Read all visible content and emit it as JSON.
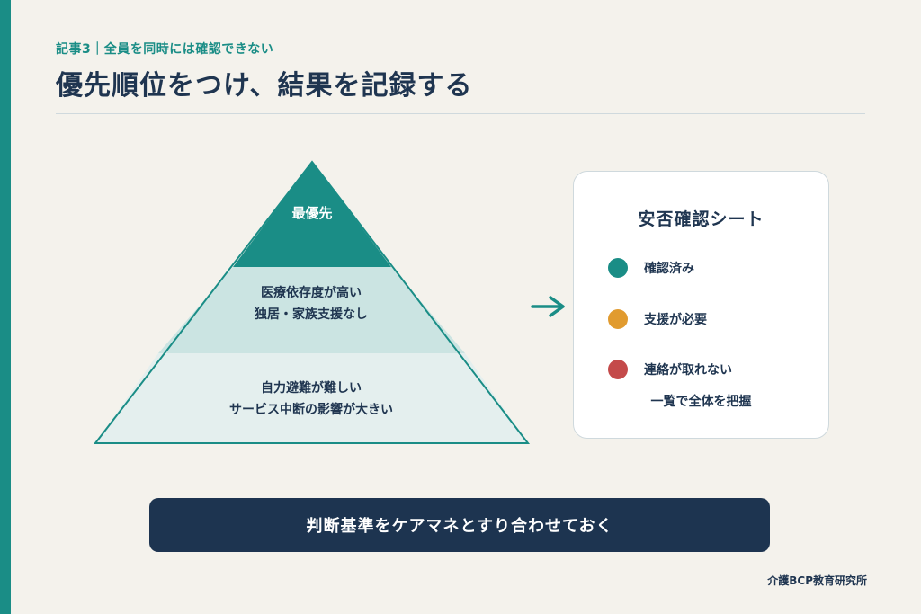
{
  "header": {
    "kicker": "記事3｜全員を同時には確認できない",
    "title": "優先順位をつけ、結果を記録する"
  },
  "pyramid": {
    "colors": {
      "top": "#1a8d86",
      "middle": "#cbe4e2",
      "bottom": "#e4efee",
      "outline": "#1a8d86"
    },
    "tiers": [
      {
        "lines": [
          "最優先"
        ]
      },
      {
        "lines": [
          "医療依存度が高い",
          "独居・家族支援なし"
        ]
      },
      {
        "lines": [
          "自力避難が難しい",
          "サービス中断の影響が大きい"
        ]
      }
    ]
  },
  "arrow": {
    "icon": "arrow-right-icon",
    "color": "#1a8d86"
  },
  "card": {
    "title": "安否確認シート",
    "items": [
      {
        "label": "確認済み",
        "color": "#1a8d86"
      },
      {
        "label": "支援が必要",
        "color": "#e19b2f"
      },
      {
        "label": "連絡が取れない",
        "color": "#c44a4a"
      }
    ],
    "footer": "一覧で全体を把握"
  },
  "banner": {
    "text": "判断基準をケアマネとすり合わせておく"
  },
  "credit": "介護BCP教育研究所"
}
